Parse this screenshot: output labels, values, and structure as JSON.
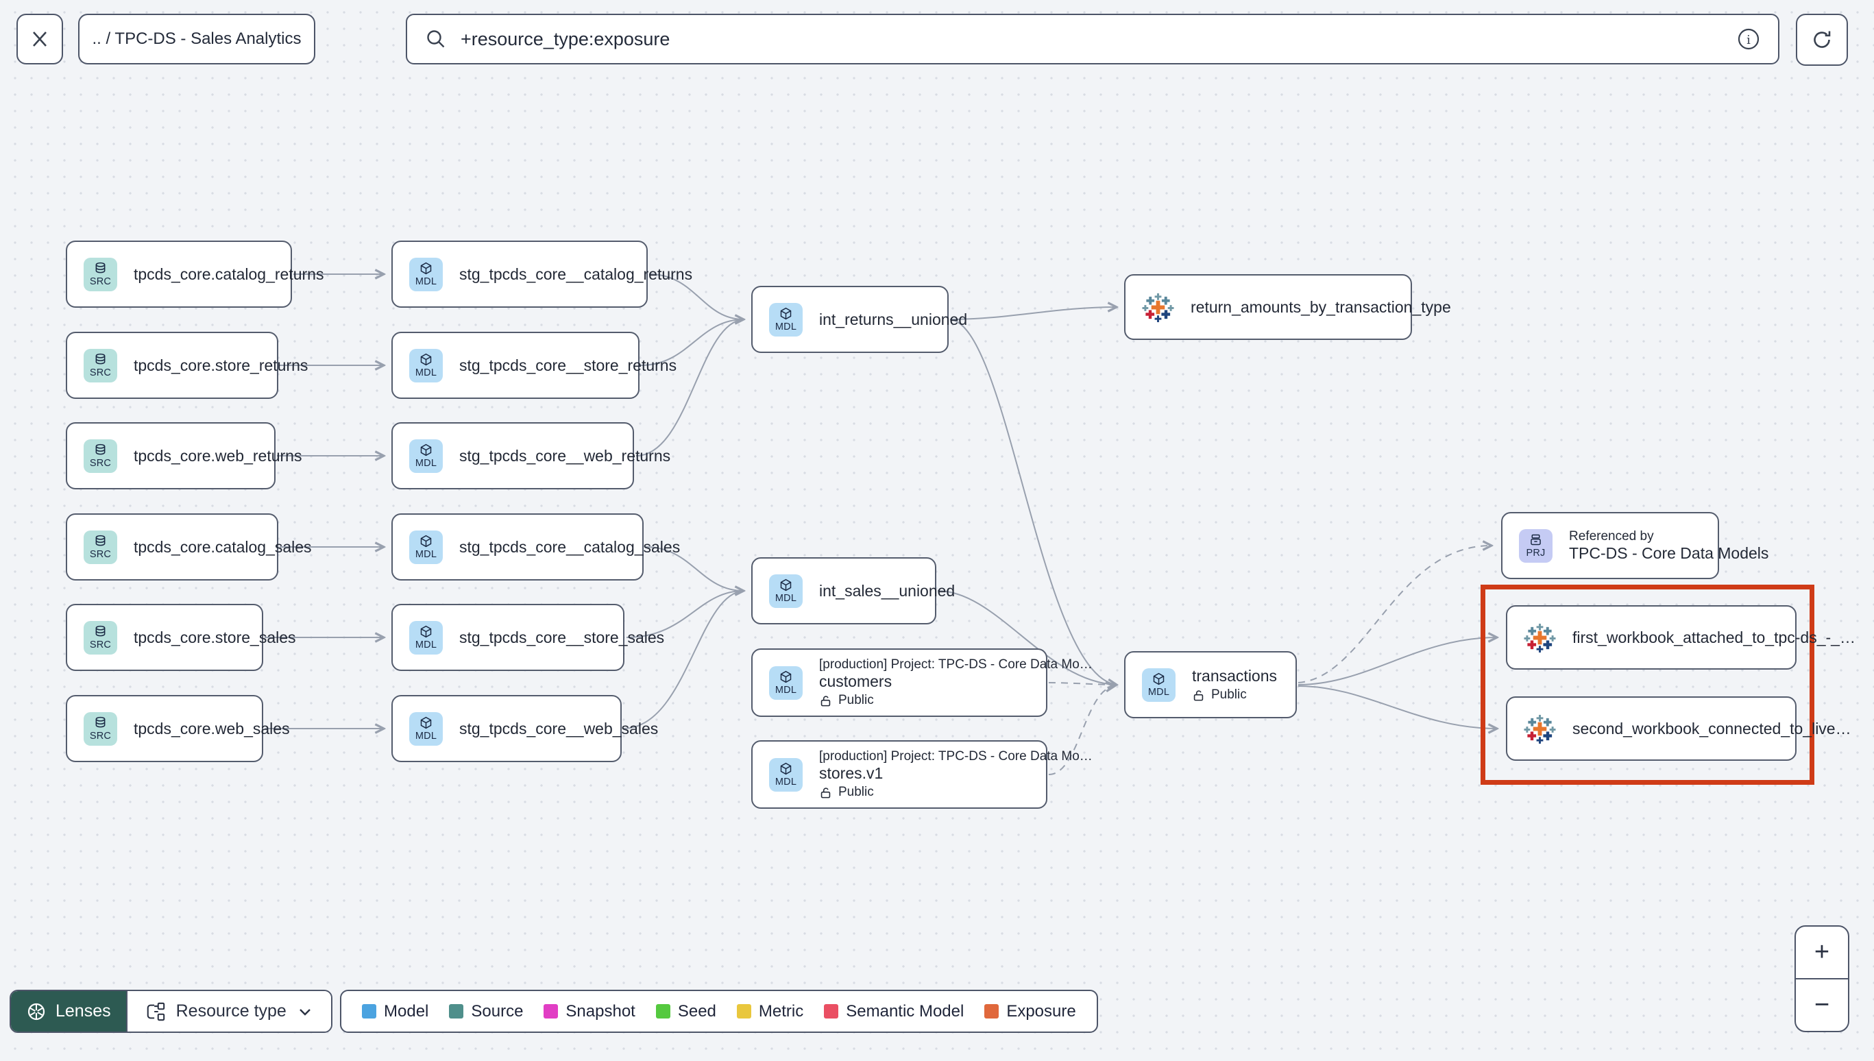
{
  "topbar": {
    "breadcrumb": ".. / TPC-DS - Sales Analytics",
    "search_value": "+resource_type:exposure"
  },
  "nodes": {
    "src_catalog_returns": {
      "badge": "SRC",
      "label": "tpcds_core.catalog_returns"
    },
    "src_store_returns": {
      "badge": "SRC",
      "label": "tpcds_core.store_returns"
    },
    "src_web_returns": {
      "badge": "SRC",
      "label": "tpcds_core.web_returns"
    },
    "src_catalog_sales": {
      "badge": "SRC",
      "label": "tpcds_core.catalog_sales"
    },
    "src_store_sales": {
      "badge": "SRC",
      "label": "tpcds_core.store_sales"
    },
    "src_web_sales": {
      "badge": "SRC",
      "label": "tpcds_core.web_sales"
    },
    "stg_catalog_returns": {
      "badge": "MDL",
      "label": "stg_tpcds_core__catalog_returns"
    },
    "stg_store_returns": {
      "badge": "MDL",
      "label": "stg_tpcds_core__store_returns"
    },
    "stg_web_returns": {
      "badge": "MDL",
      "label": "stg_tpcds_core__web_returns"
    },
    "stg_catalog_sales": {
      "badge": "MDL",
      "label": "stg_tpcds_core__catalog_sales"
    },
    "stg_store_sales": {
      "badge": "MDL",
      "label": "stg_tpcds_core__store_sales"
    },
    "stg_web_sales": {
      "badge": "MDL",
      "label": "stg_tpcds_core__web_sales"
    },
    "int_returns": {
      "badge": "MDL",
      "label": "int_returns__unioned"
    },
    "int_sales": {
      "badge": "MDL",
      "label": "int_sales__unioned"
    },
    "exp_return_amounts": {
      "label": "return_amounts_by_transaction_type"
    },
    "customers": {
      "badge": "MDL",
      "project": "[production] Project: TPC-DS - Core Data Mo…",
      "label": "customers",
      "access": "Public"
    },
    "stores": {
      "badge": "MDL",
      "project": "[production] Project: TPC-DS - Core Data Mo…",
      "label": "stores.v1",
      "access": "Public"
    },
    "transactions": {
      "badge": "MDL",
      "label": "transactions",
      "access": "Public"
    },
    "referenced_by": {
      "badge": "PRJ",
      "sub": "Referenced by",
      "label": "TPC-DS - Core Data Models"
    },
    "exp_first_workbook": {
      "label": "first_workbook_attached_to_tpc-ds_-_…"
    },
    "exp_second_workbook": {
      "label": "second_workbook_connected_to_live…"
    }
  },
  "legend": {
    "items": [
      {
        "label": "Model",
        "color": "#4ba3e0"
      },
      {
        "label": "Source",
        "color": "#4f8f8b"
      },
      {
        "label": "Snapshot",
        "color": "#e13ec4"
      },
      {
        "label": "Seed",
        "color": "#55c93f"
      },
      {
        "label": "Metric",
        "color": "#e9c73d"
      },
      {
        "label": "Semantic Model",
        "color": "#ea4f63"
      },
      {
        "label": "Exposure",
        "color": "#e0683c"
      }
    ]
  },
  "controls": {
    "lenses_label": "Lenses",
    "lenses_bg": "#2d5a52",
    "resource_type_label": "Resource type",
    "zoom_in": "+",
    "zoom_out": "−"
  },
  "highlight": {
    "color": "#cf3b17"
  }
}
